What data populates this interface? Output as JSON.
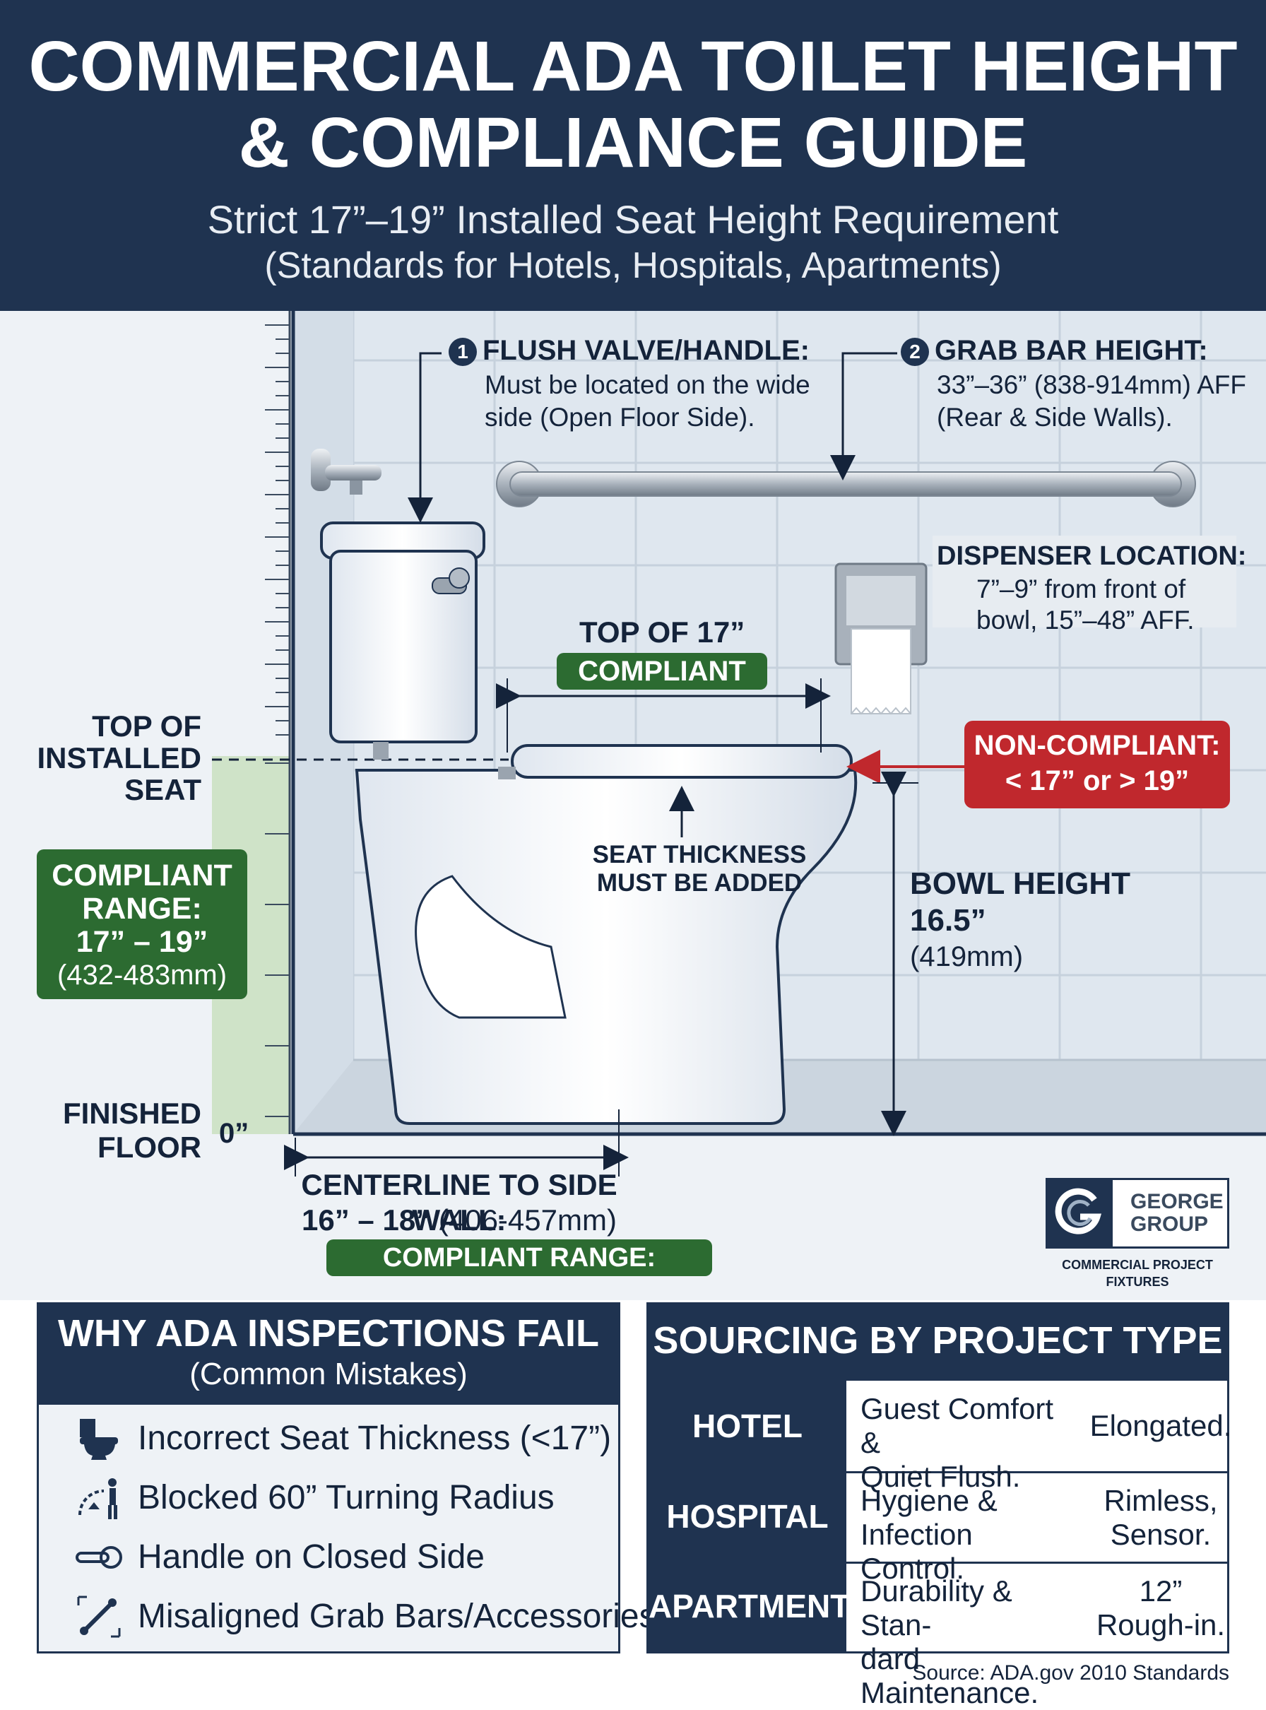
{
  "header": {
    "title_line1": "COMMERCIAL ADA TOILET HEIGHT",
    "title_line2": "& COMPLIANCE GUIDE",
    "subtitle_line1": "Strict 17”–19” Installed Seat Height Requirement",
    "subtitle_line2": "(Standards for Hotels, Hospitals, Apartments)"
  },
  "callouts": {
    "flush": {
      "number": "1",
      "title": "FLUSH VALVE/HANDLE:",
      "line1": "Must be located on the wide",
      "line2": "side (Open Floor Side)."
    },
    "grab_bar": {
      "number": "2",
      "title": "GRAB BAR HEIGHT:",
      "line1": "33”–36” (838-914mm) AFF",
      "line2": "(Rear & Side Walls)."
    },
    "dispenser": {
      "title": "DISPENSER LOCATION:",
      "line1": "7”–9” from front of",
      "line2": "bowl, 15”–48” AFF."
    },
    "top_of_17": {
      "title": "TOP OF 17”",
      "badge": "COMPLIANT"
    },
    "non_compliant": {
      "line1": "NON-COMPLIANT:",
      "line2": "< 17” or > 19”"
    },
    "seat_thickness": {
      "line1": "SEAT THICKNESS",
      "line2": "MUST BE ADDED"
    },
    "bowl_height": {
      "title": "BOWL HEIGHT",
      "value": "16.5”",
      "metric": "(419mm)"
    },
    "top_of_seat": {
      "line1": "TOP OF",
      "line2": "INSTALLED",
      "line3": "SEAT"
    },
    "compliant_range": {
      "line1": "COMPLIANT",
      "line2": "RANGE:",
      "line3": "17” – 19”",
      "line4": "(432-483mm)"
    },
    "finished_floor": {
      "line1": "FINISHED",
      "line2": "FLOOR",
      "zero": "0”"
    },
    "centerline": {
      "title": "CENTERLINE TO SIDE WALL:",
      "value_bold": "16” – 18”",
      "value_metric": "(406-457mm)",
      "badge": "COMPLIANT RANGE:"
    }
  },
  "logo": {
    "line1": "GEORGE",
    "line2": "GROUP",
    "tagline": "COMMERCIAL PROJECT FIXTURES"
  },
  "mistakes": {
    "title": "WHY ADA INSPECTIONS FAIL",
    "subtitle": "(Common Mistakes)",
    "items": [
      {
        "icon": "toilet-icon",
        "text": "Incorrect Seat Thickness (<17”)"
      },
      {
        "icon": "wheelchair-turning-icon",
        "text": "Blocked 60” Turning Radius"
      },
      {
        "icon": "lever-handle-icon",
        "text": "Handle on Closed Side"
      },
      {
        "icon": "misaligned-arrows-icon",
        "text": "Misaligned Grab Bars/Accessories"
      }
    ]
  },
  "sourcing": {
    "title": "SOURCING BY PROJECT TYPE",
    "rows": [
      {
        "type": "HOTEL",
        "need_line1": "Guest Comfort &",
        "need_line2": "Quiet Flush.",
        "spec_line1": "Elongated.",
        "spec_line2": ""
      },
      {
        "type": "HOSPITAL",
        "need_line1": "Hygiene &",
        "need_line2": "Infection Control.",
        "spec_line1": "Rimless,",
        "spec_line2": "Sensor."
      },
      {
        "type": "APARTMENT",
        "need_line1": "Durability & Stan-",
        "need_line2": "dard Maintenance.",
        "spec_line1": "12”",
        "spec_line2": "Rough-in."
      }
    ]
  },
  "source": "Source: ADA.gov 2010 Standards",
  "colors": {
    "navy": "#1f3350",
    "green": "#2c6b31",
    "red": "#c0282d",
    "background": "#eef2f6"
  }
}
